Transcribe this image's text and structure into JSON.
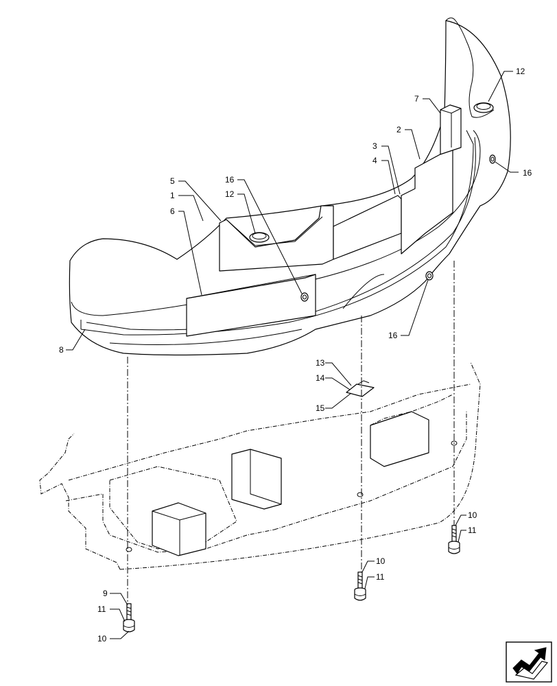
{
  "callouts": {
    "c12a": "12",
    "c7": "7",
    "c2": "2",
    "c3": "3",
    "c4": "4",
    "c5": "5",
    "c1": "1",
    "c6": "6",
    "c16a": "16",
    "c12b": "12",
    "c16b": "16",
    "c16c": "16",
    "c8": "8",
    "c13": "13",
    "c14": "14",
    "c15": "15",
    "c10a": "10",
    "c11a": "11",
    "c10b": "10",
    "c11b": "11",
    "c9": "9",
    "c11c": "11",
    "c10c": "10"
  },
  "icons": {
    "navigation": "orientation-arrow-icon"
  },
  "colors": {
    "line": "#000000",
    "background": "#ffffff"
  }
}
